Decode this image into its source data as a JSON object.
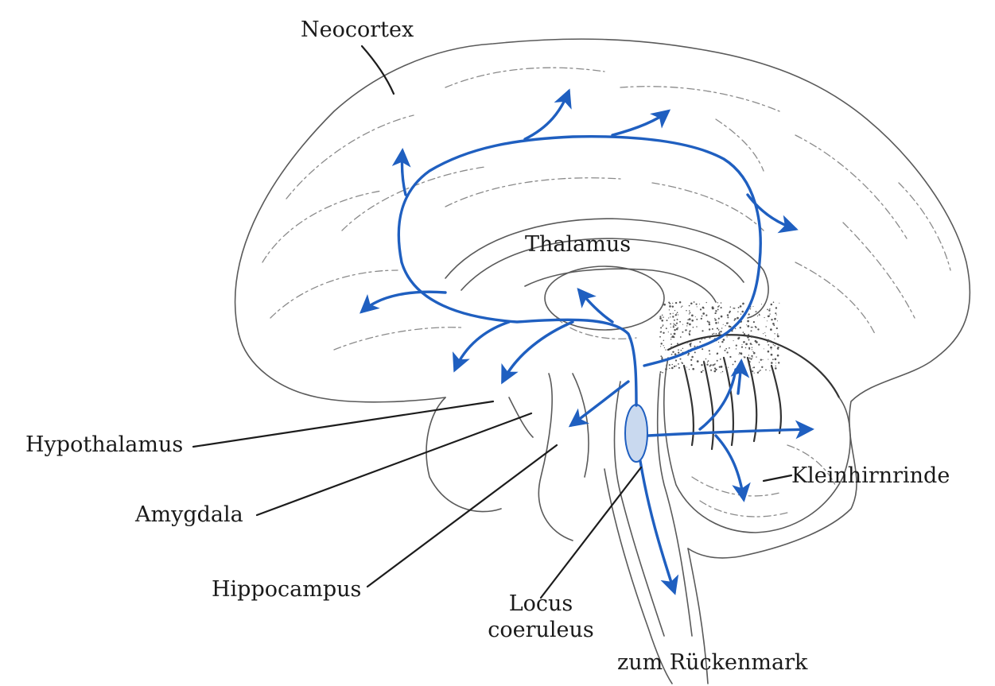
{
  "labels": {
    "neocortex": "Neocortex",
    "thalamus": "Thalamus",
    "hypothalamus": "Hypothalamus",
    "amygdala": "Amygdala",
    "hippocampus": "Hippocampus",
    "locus_line1": "Locus",
    "locus_line2": "coeruleus",
    "kleinhirnrinde": "Kleinhirnrinde",
    "rueckenmark": "zum Rückenmark"
  },
  "colors": {
    "pathway": "#1f5fc0",
    "outline": "#5a5a5a",
    "text": "#1a1a1a"
  }
}
